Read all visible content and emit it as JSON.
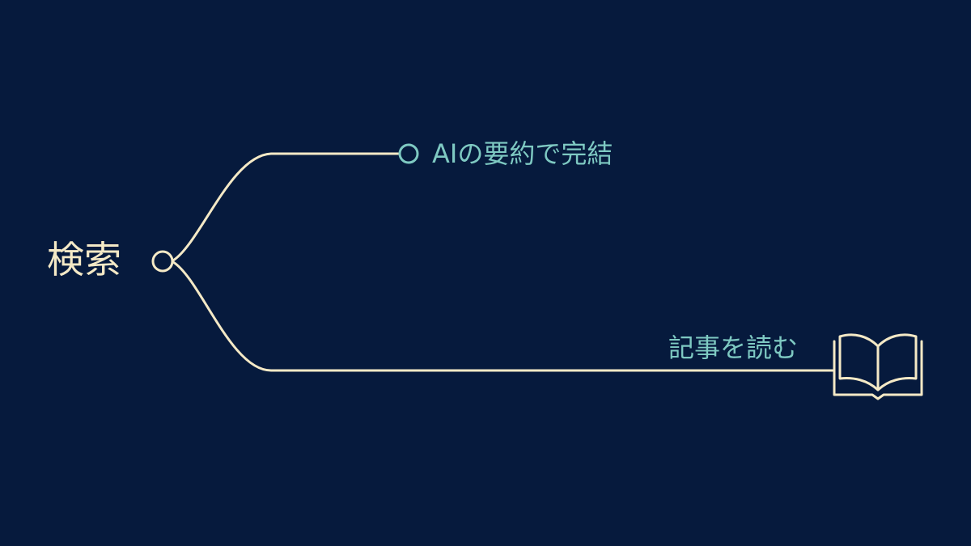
{
  "diagram": {
    "root": {
      "label": "検索",
      "icon": "circle-node-icon"
    },
    "branches": [
      {
        "label": "AIの要約で完結",
        "icon": "circle-node-icon"
      },
      {
        "label": "記事を読む",
        "icon": "open-book-icon"
      }
    ]
  },
  "colors": {
    "background": "#061a3d",
    "line": "#f4e9c6",
    "root_text": "#f4e9c6",
    "branch_text": "#7ec9c2",
    "upper_node": "#7ec9c2"
  }
}
